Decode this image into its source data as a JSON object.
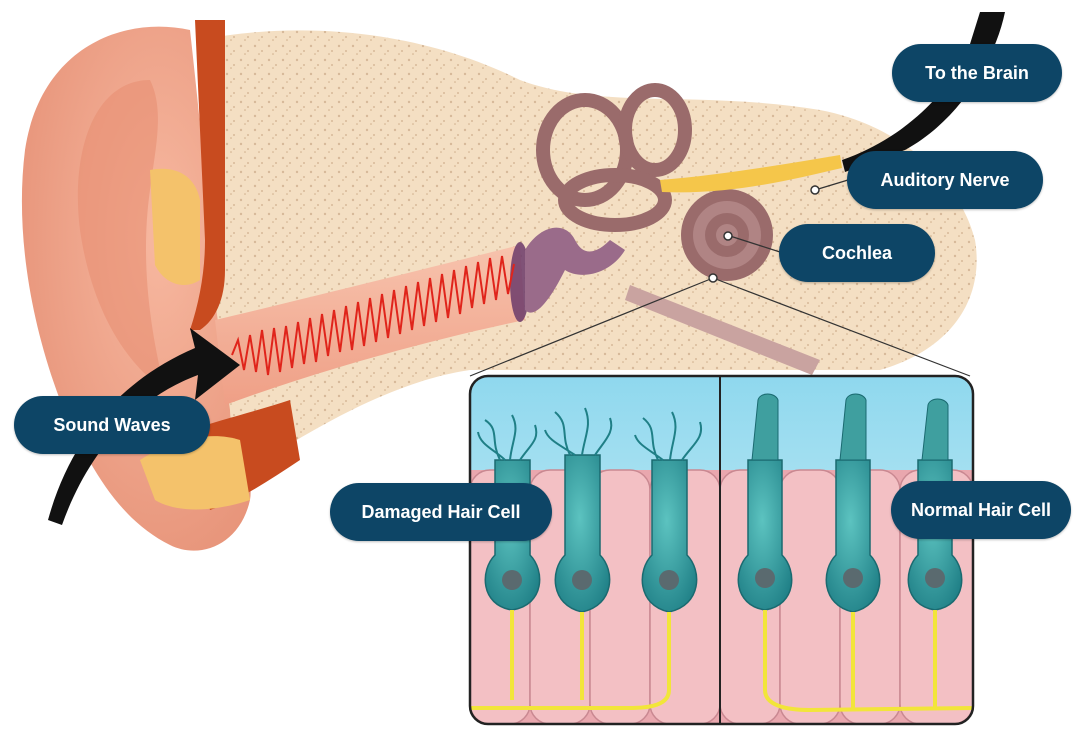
{
  "labels": {
    "to_the_brain": "To the Brain",
    "auditory_nerve": "Auditory Nerve",
    "cochlea": "Cochlea",
    "sound_waves": "Sound Waves",
    "damaged_hair_cell": "Damaged Hair Cell",
    "normal_hair_cell": "Normal Hair Cell"
  },
  "colors": {
    "label_bg": "#0d4566",
    "label_text": "#ffffff",
    "skin": "#f0a98e",
    "bone": "#f3dcbc",
    "canal": "#f6b9a3",
    "cochlea": "#9a6b6b",
    "sound_wave": "#e0241b",
    "hair_cell": "#2f9c9c",
    "nerve_fiber": "#f2e53a"
  },
  "icons": [
    "sound-wave-arrow-icon",
    "nerve-arrow-icon"
  ]
}
